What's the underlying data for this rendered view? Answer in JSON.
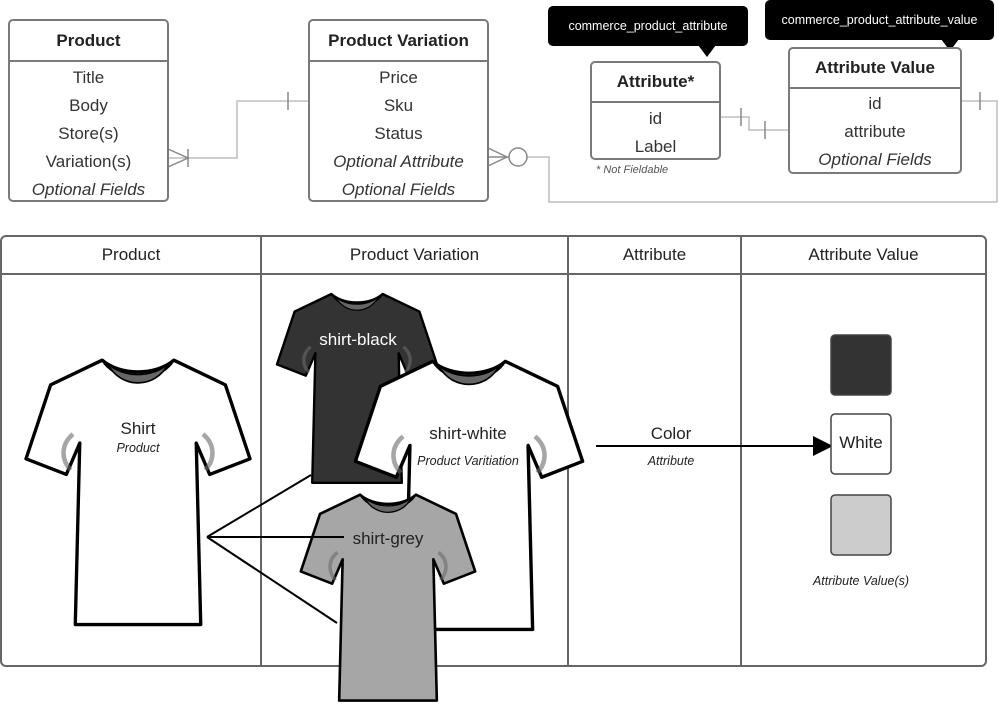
{
  "er": {
    "product": {
      "title": "Product",
      "fields": [
        "Title",
        "Body",
        "Store(s)",
        "Variation(s)"
      ],
      "optional": [
        "Optional Fields"
      ]
    },
    "variation": {
      "title": "Product Variation",
      "fields": [
        "Price",
        "Sku",
        "Status"
      ],
      "optional": [
        "Optional Attribute",
        "Optional Fields"
      ]
    },
    "attribute": {
      "title": "Attribute*",
      "fields": [
        "id",
        "Label"
      ],
      "optional": [],
      "tooltip": "commerce_product_attribute",
      "note": "* Not Fieldable"
    },
    "attribute_value": {
      "title": "Attribute Value",
      "fields": [
        "id",
        "attribute"
      ],
      "optional": [
        "Optional Fields"
      ],
      "tooltip": "commerce_product_attribute_value"
    }
  },
  "table": {
    "headers": [
      "Product",
      "Product Variation",
      "Attribute",
      "Attribute Value"
    ]
  },
  "example": {
    "shirt": {
      "name": "Shirt",
      "type": "Product"
    },
    "shirt_black": {
      "name": "shirt-black"
    },
    "shirt_white": {
      "name": "shirt-white",
      "type": "Product Varitiation"
    },
    "shirt_grey": {
      "name": "shirt-grey"
    },
    "color": {
      "name": "Color",
      "type": "Attribute"
    },
    "swatch_white": "White",
    "values_caption": "Attribute Value(s)"
  },
  "colors": {
    "black": "#333333",
    "white": "#ffffff",
    "grey": "#a6a6a6",
    "light_grey": "#cccccc",
    "border": "#7a7a7a"
  }
}
